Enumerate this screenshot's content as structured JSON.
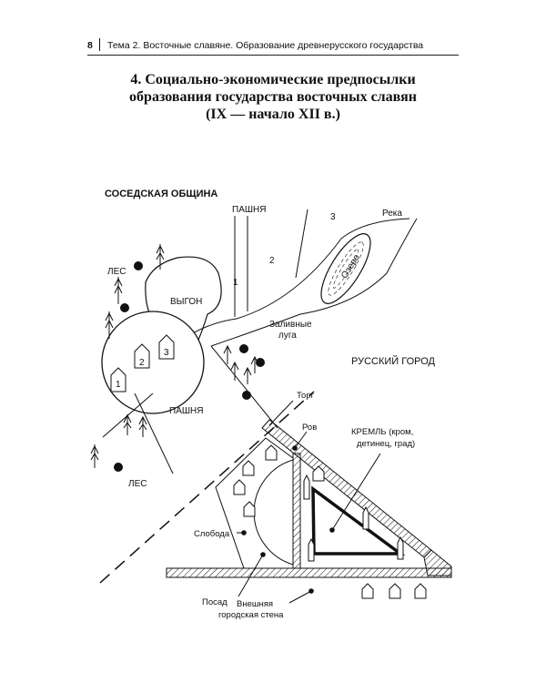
{
  "header": {
    "page_number": "8",
    "running_title": "Тема 2.  Восточные славяне. Образование древнерусского государства"
  },
  "section": {
    "title_line1": "4. Социально-экономические предпосылки",
    "title_line2": "образования государства восточных славян",
    "title_line3": "(IX — начало XII в.)"
  },
  "diagram": {
    "heading": "СОСЕДСКАЯ ОБЩИНА",
    "labels": {
      "arable_top": "ПАШНЯ",
      "field_1": "1",
      "field_2": "2",
      "field_3": "3",
      "river": "Река",
      "lake": "Озеро",
      "forest_top": "ЛЕС",
      "pasture": "ВЫГОН",
      "house_1": "1",
      "house_2": "2",
      "house_3": "3",
      "meadows_line1": "Заливные",
      "meadows_line2": "луга",
      "russian_town": "РУССКИЙ ГОРОД",
      "arable_bottom": "ПАШНЯ",
      "forest_bottom": "ЛЕС",
      "market": "Торг",
      "moat": "Ров",
      "kremlin_line1": "КРЕМЛЬ (кром,",
      "kremlin_line2": "детинец, град)",
      "sloboda": "Слобода",
      "posad": "Посад",
      "outer_wall_line1": "Внешняя",
      "outer_wall_line2": "городская стена"
    }
  }
}
